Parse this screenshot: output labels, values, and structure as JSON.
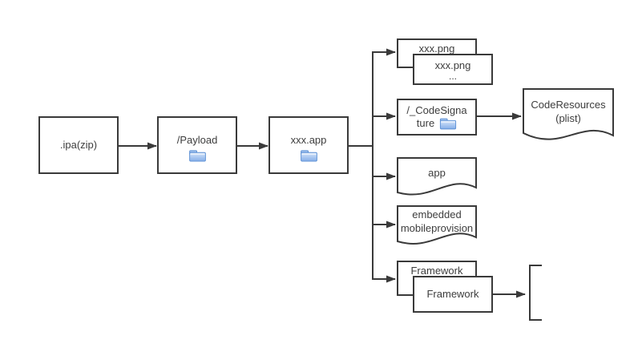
{
  "nodes": {
    "ipa": {
      "label": ".ipa(zip)"
    },
    "payload": {
      "label": "/Payload"
    },
    "xxx_app": {
      "label": "xxx.app"
    },
    "xxx_png_back": {
      "label": "xxx.png"
    },
    "xxx_png_front": {
      "label": "xxx.png",
      "more": "..."
    },
    "code_signature": {
      "line1": "/_CodeSigna",
      "line2": "ture"
    },
    "code_resources": {
      "line1": "CodeResources",
      "line2": "(plist)"
    },
    "app": {
      "label": "app"
    },
    "embedded_mobileprovision": {
      "line1": "embedded",
      "line2": "mobileprovision"
    },
    "framework_back": {
      "label": "Framework"
    },
    "framework_front": {
      "label": "Framework"
    }
  },
  "edges": [
    {
      "from": "ipa",
      "to": "payload"
    },
    {
      "from": "payload",
      "to": "xxx_app"
    },
    {
      "from": "xxx_app",
      "to": "xxx_png"
    },
    {
      "from": "xxx_app",
      "to": "code_signature"
    },
    {
      "from": "xxx_app",
      "to": "app"
    },
    {
      "from": "xxx_app",
      "to": "embedded_mobileprovision"
    },
    {
      "from": "xxx_app",
      "to": "framework"
    },
    {
      "from": "code_signature",
      "to": "code_resources"
    },
    {
      "from": "framework_front",
      "to": "bracket"
    }
  ],
  "icons": {
    "folder": "folder-icon"
  },
  "colors": {
    "line": "#3a3a3a",
    "text": "#3d3d3d",
    "node_background": "#ffffff",
    "folder_top": "#d6e6fa",
    "folder_bottom": "#85aee8",
    "folder_border": "#5b8fd4"
  }
}
